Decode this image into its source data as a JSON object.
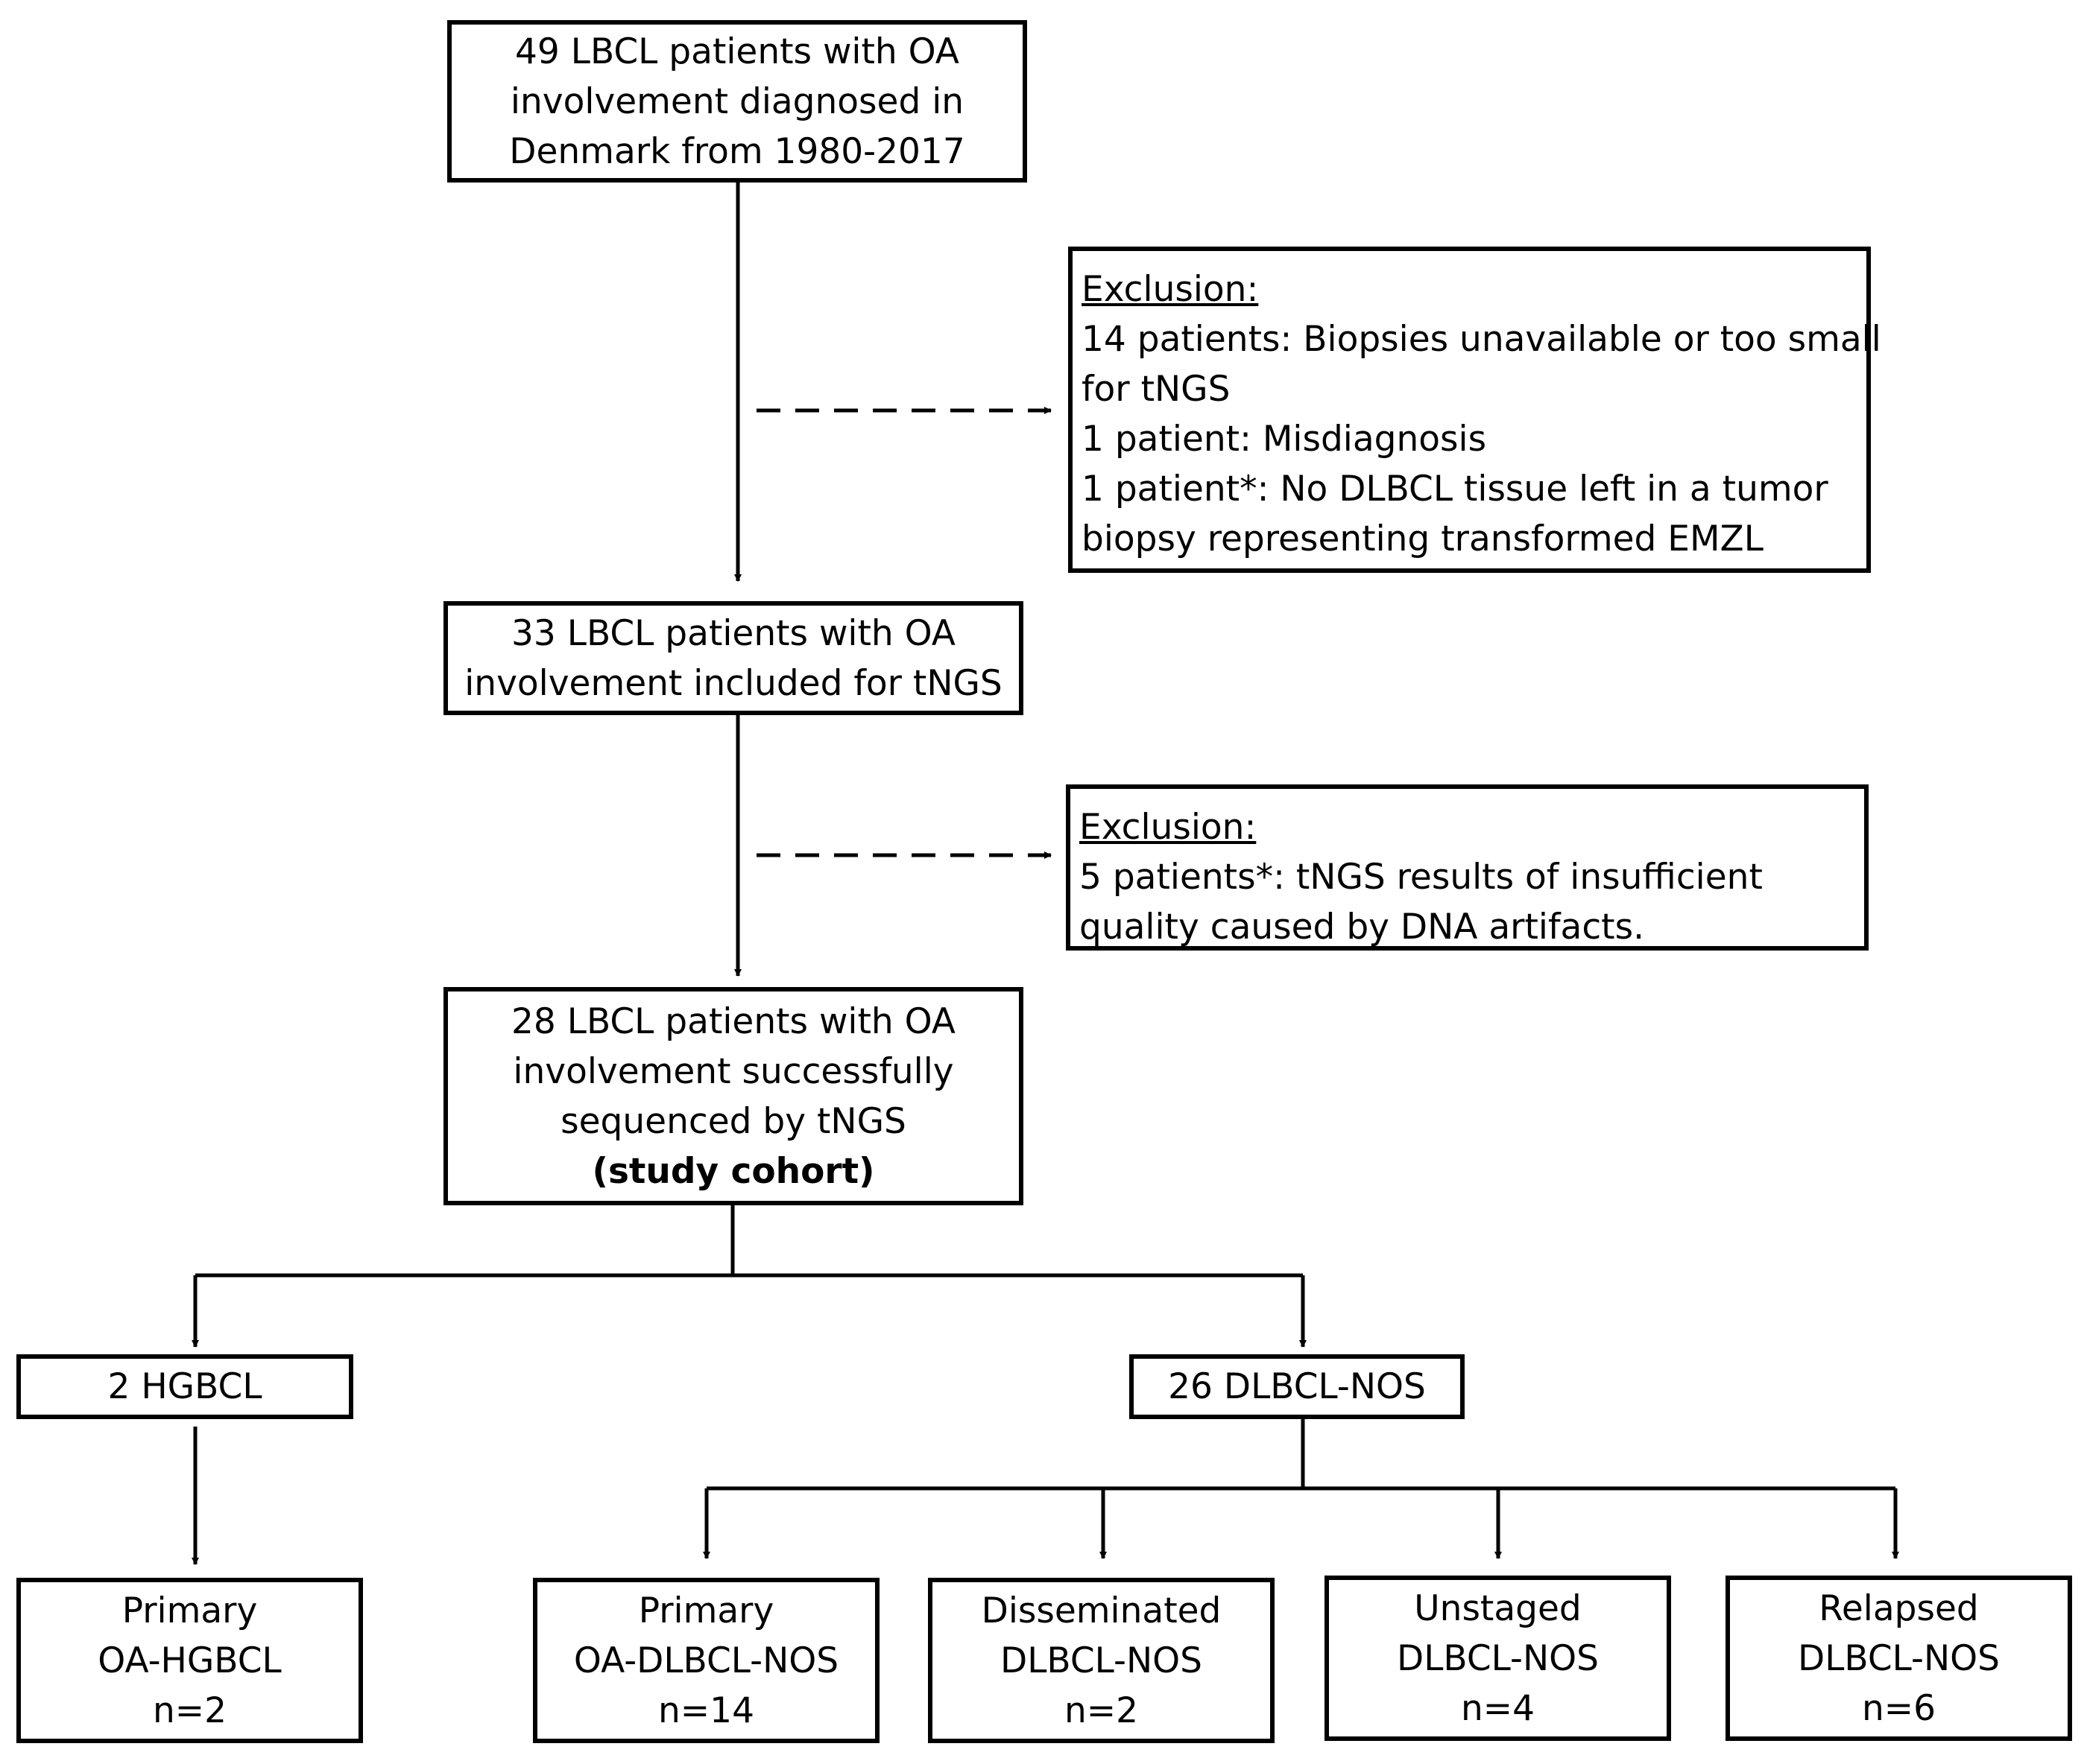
{
  "boxes": {
    "initial": {
      "lines": [
        "49 LBCL patients with OA",
        "involvement diagnosed in",
        "Denmark from 1980-2017"
      ]
    },
    "exclusion1": {
      "heading": "Exclusion:",
      "lines": [
        "14 patients: Biopsies unavailable or too small",
        "for tNGS",
        "1 patient: Misdiagnosis",
        "1 patient*: No DLBCL tissue left in a tumor",
        "biopsy representing transformed EMZL"
      ]
    },
    "included": {
      "lines": [
        "33 LBCL patients with OA",
        "involvement included for tNGS"
      ]
    },
    "exclusion2": {
      "heading": "Exclusion:",
      "lines": [
        "5 patients*: tNGS results of insufficient",
        "quality caused by DNA artifacts."
      ]
    },
    "cohort": {
      "lines": [
        "28 LBCL patients with OA",
        "involvement successfully",
        "sequenced by tNGS"
      ],
      "bold_line": "(study cohort)"
    },
    "hgbcl": {
      "lines": [
        "2 HGBCL"
      ]
    },
    "dlbcl": {
      "lines": [
        "26 DLBCL-NOS"
      ]
    },
    "primary_hgbcl": {
      "lines": [
        "Primary",
        "OA-HGBCL",
        "n=2"
      ]
    },
    "primary_dlbcl": {
      "lines": [
        "Primary",
        "OA-DLBCL-NOS",
        "n=14"
      ]
    },
    "disseminated": {
      "lines": [
        "Disseminated",
        "DLBCL-NOS",
        "n=2"
      ]
    },
    "unstaged": {
      "lines": [
        "Unstaged",
        "DLBCL-NOS",
        "n=4"
      ]
    },
    "relapsed": {
      "lines": [
        "Relapsed",
        "DLBCL-NOS",
        "n=6"
      ]
    }
  }
}
